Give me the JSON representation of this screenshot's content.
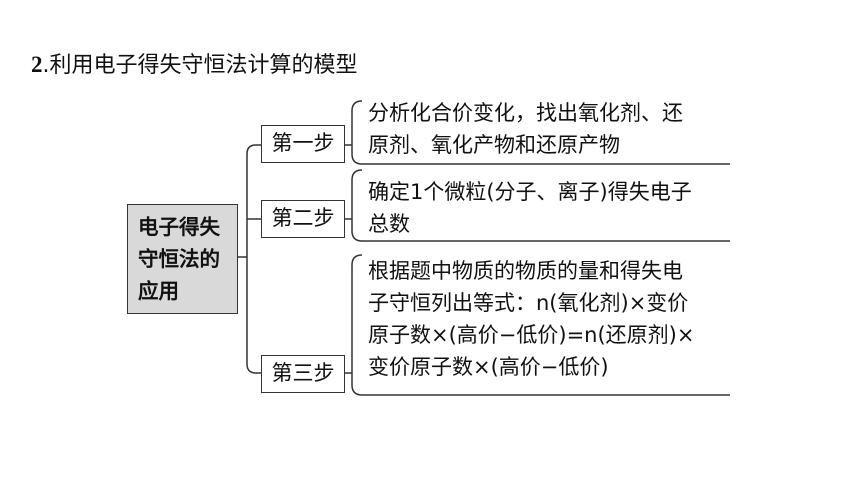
{
  "heading": {
    "number": "2",
    "title": ".利用电子得失守恒法计算的模型"
  },
  "root": {
    "lines": [
      "电子得失",
      "守恒法的",
      "应用"
    ]
  },
  "steps": [
    {
      "label": "第一步",
      "lines": [
        "分析化合价变化，找出氧化剂、还",
        "原剂、氧化产物和还原产物"
      ]
    },
    {
      "label": "第二步",
      "lines": [
        "确定1个微粒(分子、离子)得失电子",
        "总数"
      ]
    },
    {
      "label": "第三步",
      "lines": [
        "根据题中物质的物质的量和得失电",
        "子守恒列出等式：n(氧化剂)×变价",
        "原子数×(高价−低价)=n(还原剂)×",
        "变价原子数×(高价−低价)"
      ]
    }
  ]
}
